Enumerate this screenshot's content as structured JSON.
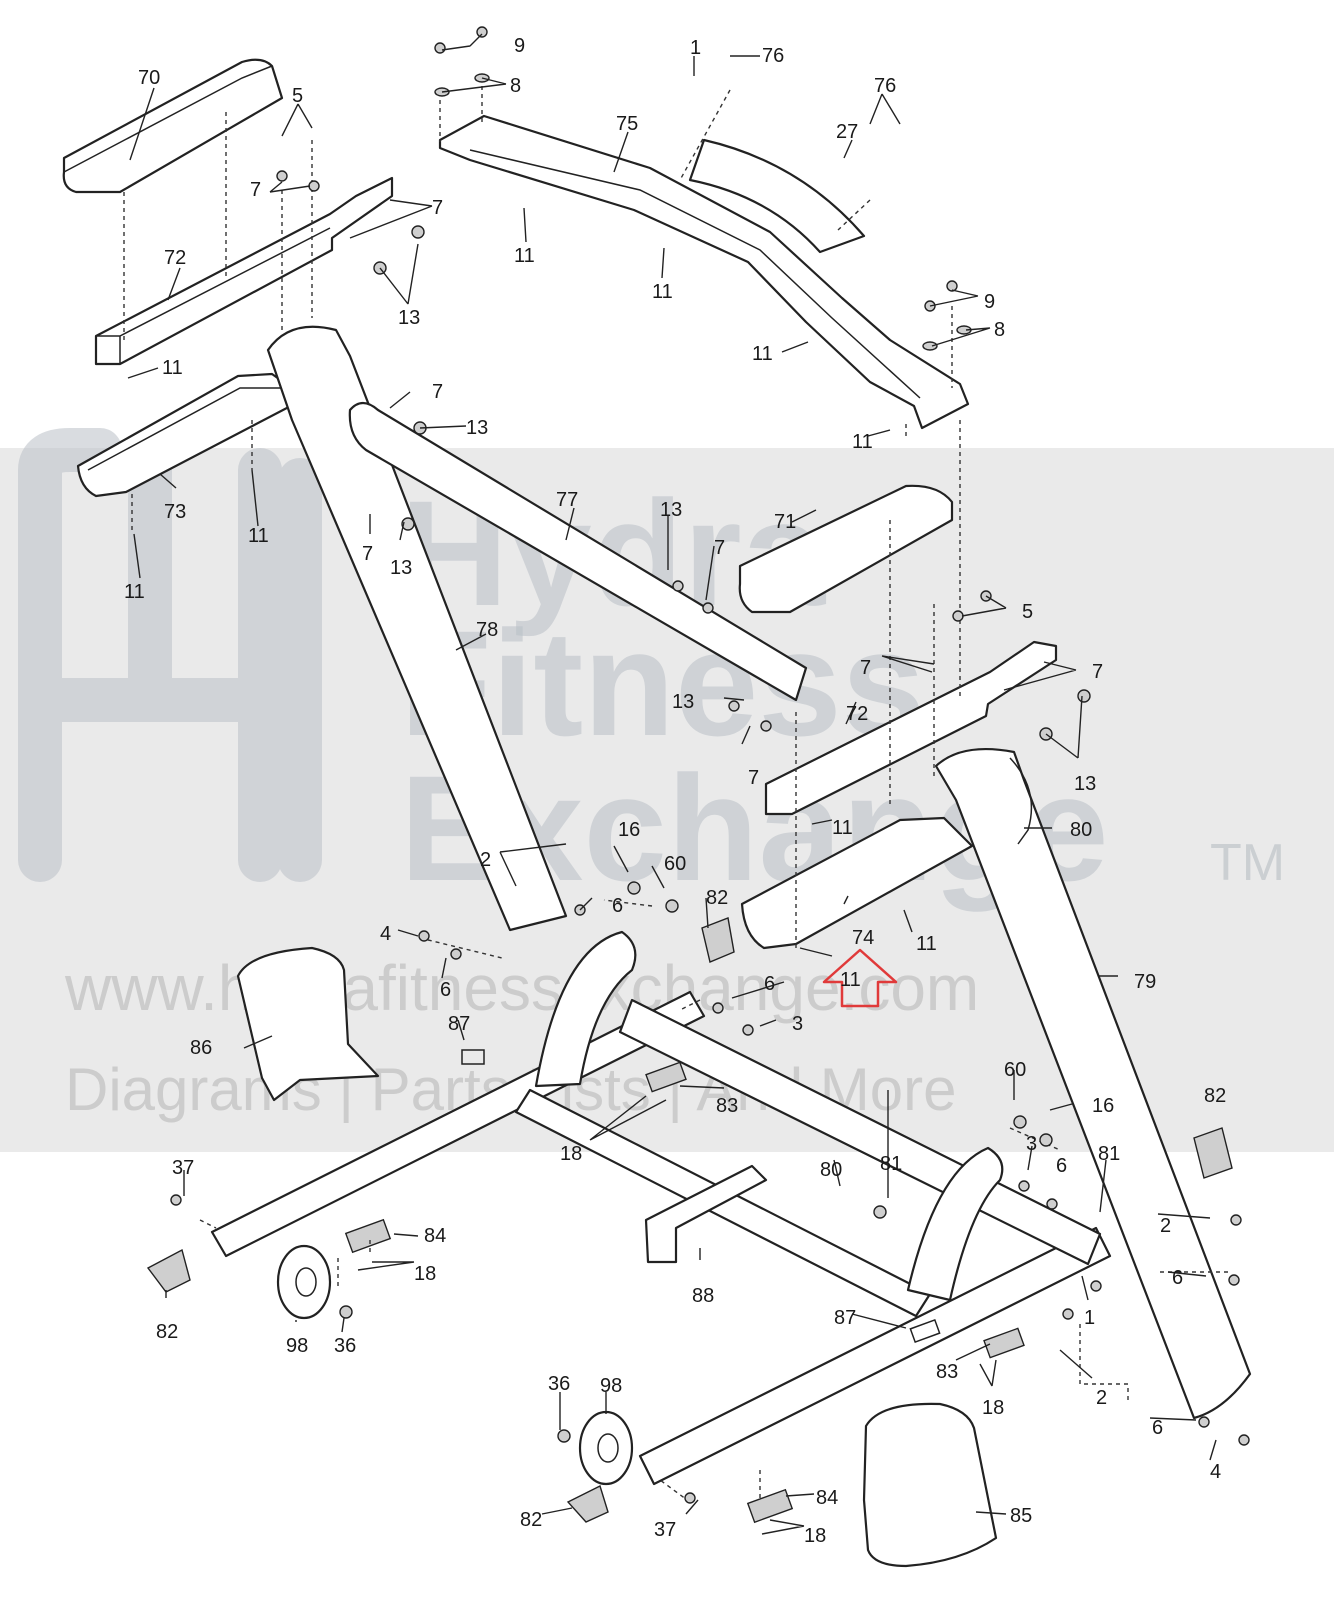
{
  "watermark": {
    "brand_line1": "Hydra",
    "brand_line2": "Fitness",
    "brand_line3": "Exchange",
    "trademark": "TM",
    "url": "www.hydrafitnessexchange.com",
    "tagline": "Diagrams | Parts Lists | And More"
  },
  "callouts": [
    {
      "id": "c70",
      "text": "70"
    },
    {
      "id": "c5a",
      "text": "5"
    },
    {
      "id": "c7a",
      "text": "7"
    },
    {
      "id": "c7b",
      "text": "7"
    },
    {
      "id": "c72a",
      "text": "72"
    },
    {
      "id": "c13a",
      "text": "13"
    },
    {
      "id": "c11a",
      "text": "11"
    },
    {
      "id": "c7c",
      "text": "7"
    },
    {
      "id": "c13b",
      "text": "13"
    },
    {
      "id": "c73",
      "text": "73"
    },
    {
      "id": "c11b",
      "text": "11"
    },
    {
      "id": "c11c",
      "text": "11"
    },
    {
      "id": "c7d",
      "text": "7"
    },
    {
      "id": "c13c",
      "text": "13"
    },
    {
      "id": "c9a",
      "text": "9"
    },
    {
      "id": "c8a",
      "text": "8"
    },
    {
      "id": "c1a",
      "text": "1"
    },
    {
      "id": "c76a",
      "text": "76"
    },
    {
      "id": "c75",
      "text": "75"
    },
    {
      "id": "c76b",
      "text": "76"
    },
    {
      "id": "c27",
      "text": "27"
    },
    {
      "id": "c11d",
      "text": "11"
    },
    {
      "id": "c11e",
      "text": "11"
    },
    {
      "id": "c9b",
      "text": "9"
    },
    {
      "id": "c8b",
      "text": "8"
    },
    {
      "id": "c11f",
      "text": "11"
    },
    {
      "id": "c11g",
      "text": "11"
    },
    {
      "id": "c77",
      "text": "77"
    },
    {
      "id": "c13d",
      "text": "13"
    },
    {
      "id": "c7e",
      "text": "7"
    },
    {
      "id": "c71",
      "text": "71"
    },
    {
      "id": "c5b",
      "text": "5"
    },
    {
      "id": "c7f",
      "text": "7"
    },
    {
      "id": "c7g",
      "text": "7"
    },
    {
      "id": "c78",
      "text": "78"
    },
    {
      "id": "c13e",
      "text": "13"
    },
    {
      "id": "c7h",
      "text": "7"
    },
    {
      "id": "c72b",
      "text": "72"
    },
    {
      "id": "c13f",
      "text": "13"
    },
    {
      "id": "c11h",
      "text": "11"
    },
    {
      "id": "c80a",
      "text": "80"
    },
    {
      "id": "c2a",
      "text": "2"
    },
    {
      "id": "c16a",
      "text": "16"
    },
    {
      "id": "c60a",
      "text": "60"
    },
    {
      "id": "c6a",
      "text": "6"
    },
    {
      "id": "c82a",
      "text": "82"
    },
    {
      "id": "c74",
      "text": "74"
    },
    {
      "id": "c11i",
      "text": "11"
    },
    {
      "id": "c11j",
      "text": "11"
    },
    {
      "id": "c4a",
      "text": "4"
    },
    {
      "id": "c6b",
      "text": "6"
    },
    {
      "id": "c6c",
      "text": "6"
    },
    {
      "id": "c3a",
      "text": "3"
    },
    {
      "id": "c79",
      "text": "79"
    },
    {
      "id": "c86",
      "text": "86"
    },
    {
      "id": "c87a",
      "text": "87"
    },
    {
      "id": "c83a",
      "text": "83"
    },
    {
      "id": "c18a",
      "text": "18"
    },
    {
      "id": "c60b",
      "text": "60"
    },
    {
      "id": "c16b",
      "text": "16"
    },
    {
      "id": "c82b",
      "text": "82"
    },
    {
      "id": "c3b",
      "text": "3"
    },
    {
      "id": "c6d",
      "text": "6"
    },
    {
      "id": "c81a",
      "text": "81"
    },
    {
      "id": "c80b",
      "text": "80"
    },
    {
      "id": "c81b",
      "text": "81"
    },
    {
      "id": "c2b",
      "text": "2"
    },
    {
      "id": "c6e",
      "text": "6"
    },
    {
      "id": "c37a",
      "text": "37"
    },
    {
      "id": "c84a",
      "text": "84"
    },
    {
      "id": "c18b",
      "text": "18"
    },
    {
      "id": "c88",
      "text": "88"
    },
    {
      "id": "c1b",
      "text": "1"
    },
    {
      "id": "c82c",
      "text": "82"
    },
    {
      "id": "c98a",
      "text": "98"
    },
    {
      "id": "c36a",
      "text": "36"
    },
    {
      "id": "c87b",
      "text": "87"
    },
    {
      "id": "c83b",
      "text": "83"
    },
    {
      "id": "c2c",
      "text": "2"
    },
    {
      "id": "c18c",
      "text": "18"
    },
    {
      "id": "c6f",
      "text": "6"
    },
    {
      "id": "c4b",
      "text": "4"
    },
    {
      "id": "c36b",
      "text": "36"
    },
    {
      "id": "c98b",
      "text": "98"
    },
    {
      "id": "c84b",
      "text": "84"
    },
    {
      "id": "c82d",
      "text": "82"
    },
    {
      "id": "c37b",
      "text": "37"
    },
    {
      "id": "c18d",
      "text": "18"
    },
    {
      "id": "c85",
      "text": "85"
    }
  ],
  "highlight": {
    "color": "#e03a3a",
    "target": "74"
  }
}
